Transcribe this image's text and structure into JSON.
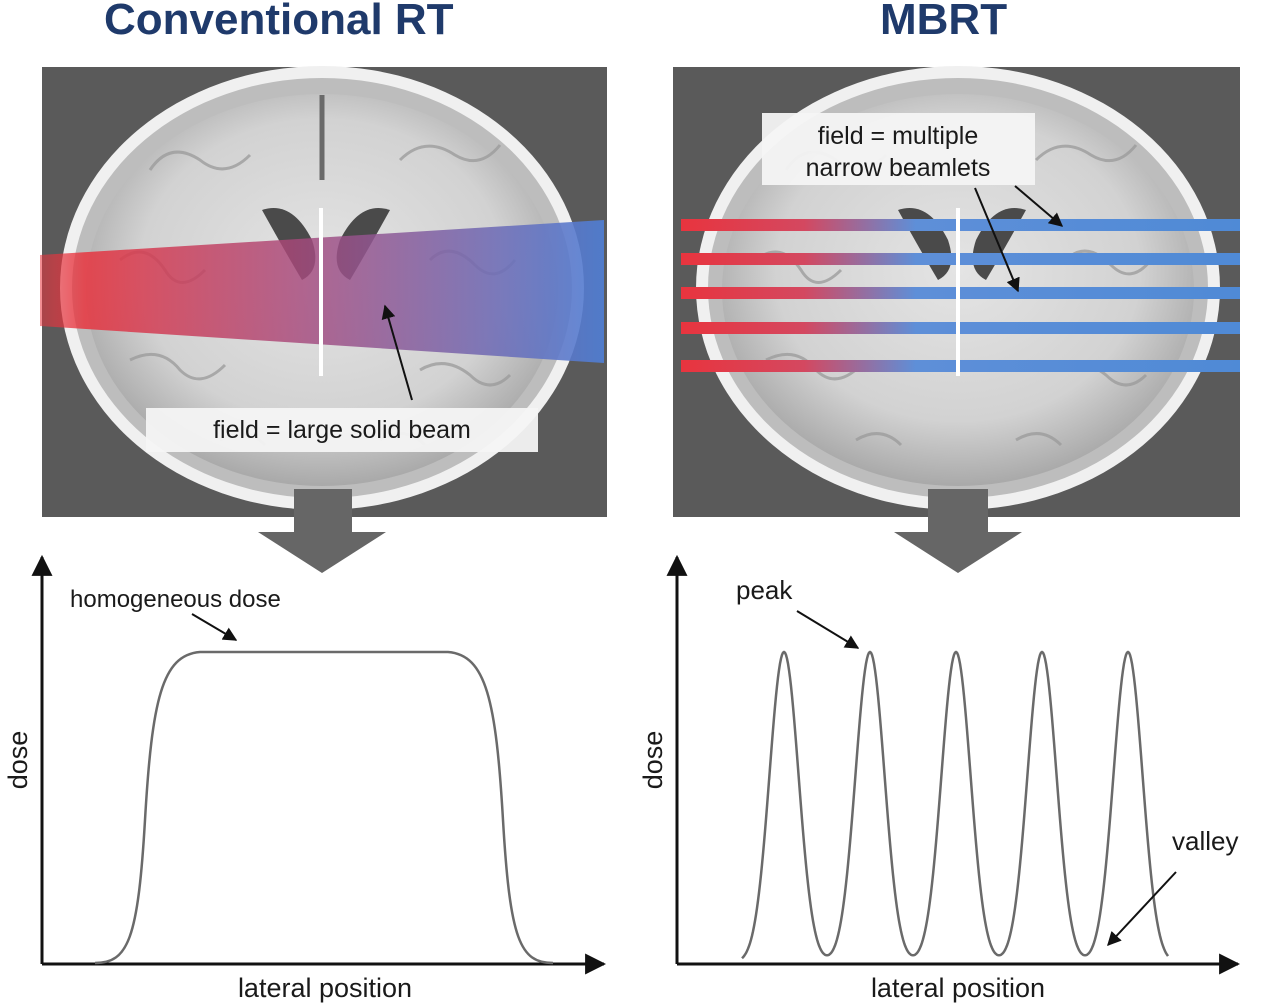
{
  "left_panel": {
    "title": "Conventional RT",
    "callout": "field = large solid beam",
    "plot": {
      "ylabel": "dose",
      "xlabel": "lateral position",
      "annotation": "homogeneous dose"
    }
  },
  "right_panel": {
    "title": "MBRT",
    "callout_line1": "field = multiple",
    "callout_line2": "narrow beamlets",
    "beamlet_count": 5,
    "plot": {
      "ylabel": "dose",
      "xlabel": "lateral position",
      "annotation_peak": "peak",
      "annotation_valley": "valley",
      "peak_count": 5
    }
  },
  "colors": {
    "title": "#1f3a6b",
    "beam_red": "#e8343e",
    "beam_blue": "#4f86d6",
    "curve": "#6a6a6a",
    "arrow_block": "#666666",
    "scan_background": "#5a5a5a"
  }
}
